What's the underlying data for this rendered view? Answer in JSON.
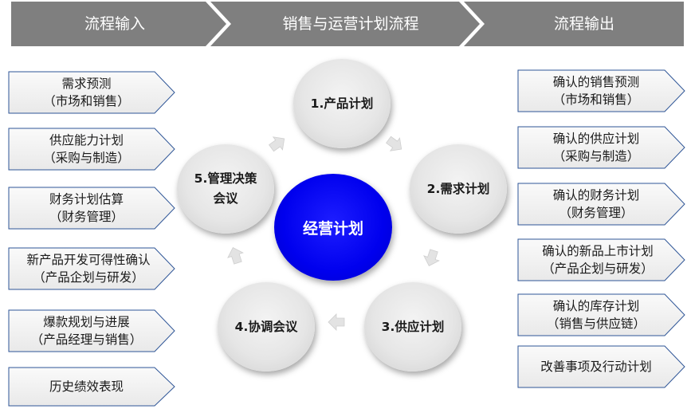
{
  "header": {
    "input_label": "流程输入",
    "process_label": "销售与运营计划流程",
    "output_label": "流程输出",
    "color": "#7f7f7f"
  },
  "inputs": [
    "需求预测\n（市场和销售）",
    "供应能力计划\n（采购与制造）",
    "财务计划估算\n（财务管理）",
    "新产品开发可得性确认\n（产品企划与研发）",
    "爆款规划与进展\n（产品经理与销售）",
    "历史绩效表现"
  ],
  "outputs": [
    "确认的销售预测\n（市场和销售）",
    "确认的供应计划\n（采购与制造）",
    "确认的财务计划\n（财务管理）",
    "确认的新品上市计划\n（产品企划与研发）",
    "确认的库存计划\n（销售与供应链）",
    "改善事项及行动计划"
  ],
  "cycle": {
    "center": "经营计划",
    "center_color": "#0000ee",
    "steps": [
      "1.产品计划",
      "2.需求计划",
      "3.供应计划",
      "4.协调会议",
      "5.管理决策\n会议"
    ]
  }
}
